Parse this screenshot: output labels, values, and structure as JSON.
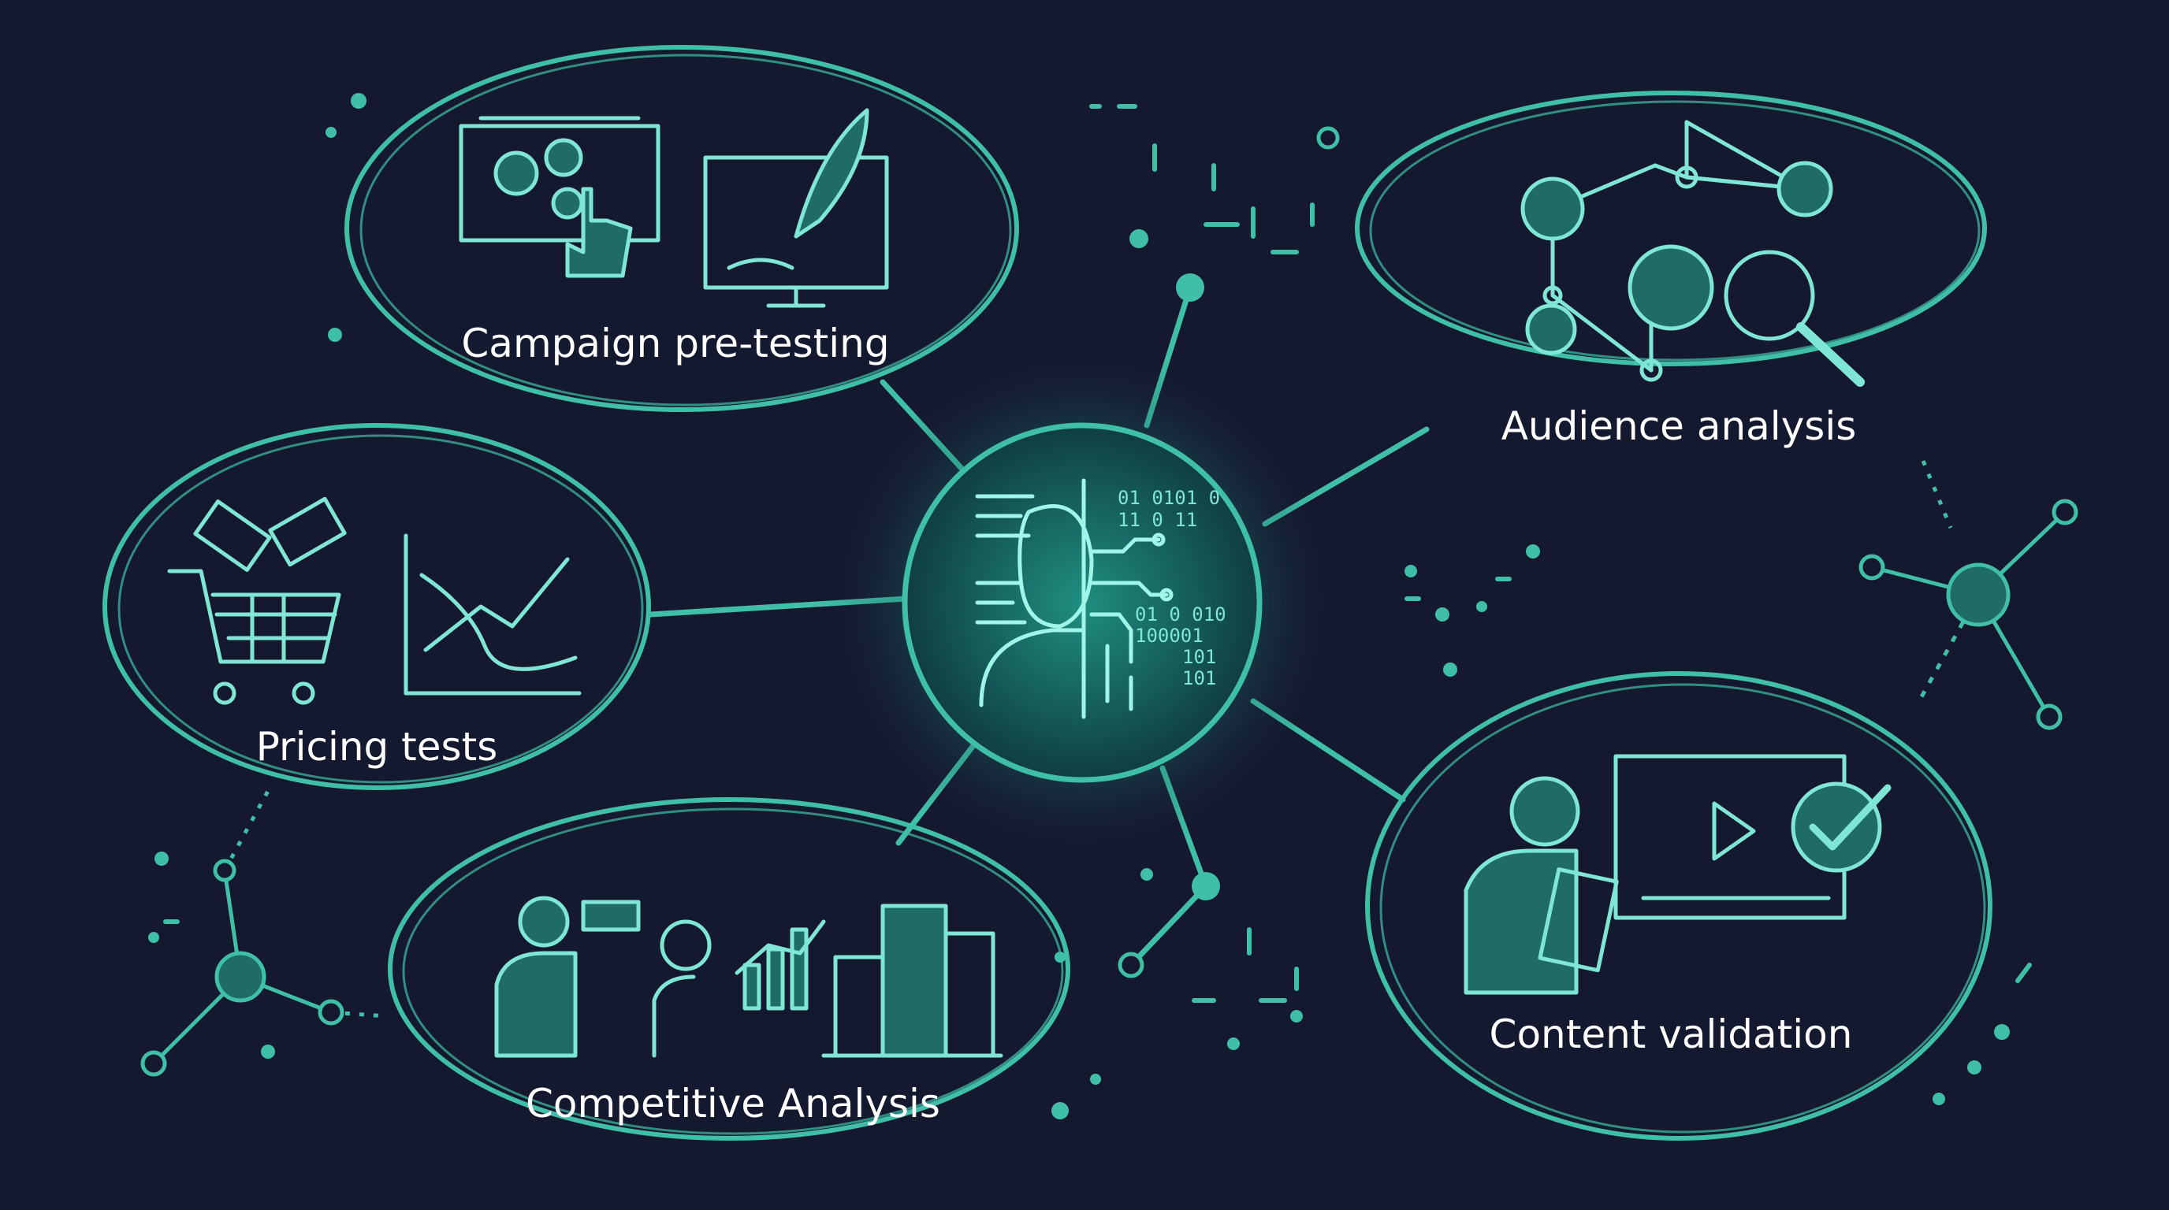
{
  "colors": {
    "background": "#15192f",
    "accent": "#3fbfa7",
    "accent_light": "#7fe6d6",
    "hub_glow": "#2fe0c4",
    "label_text": "#ffffff"
  },
  "hub": {
    "icon": "ai-human-circuit-icon",
    "binary_text": [
      "01 0101 0",
      "11  0 11",
      "01 0 010",
      "100001",
      "101",
      "101"
    ]
  },
  "nodes": [
    {
      "id": "campaign",
      "label": "Campaign pre-testing",
      "icons": [
        "billboard-gears-icon",
        "hand-pointer-icon",
        "rocket-monitor-icon"
      ]
    },
    {
      "id": "audience",
      "label": "Audience analysis",
      "icons": [
        "user-network-icon",
        "magnifier-icon"
      ]
    },
    {
      "id": "pricing",
      "label": "Pricing tests",
      "icons": [
        "shopping-cart-icon",
        "price-tag-icon",
        "line-chart-icon"
      ]
    },
    {
      "id": "competitive",
      "label": "Competitive Analysis",
      "icons": [
        "binoculars-person-icon",
        "growth-chart-icon",
        "buildings-icon"
      ]
    },
    {
      "id": "content",
      "label": "Content validation",
      "icons": [
        "person-tablet-icon",
        "video-player-icon",
        "check-badge-icon"
      ]
    }
  ]
}
